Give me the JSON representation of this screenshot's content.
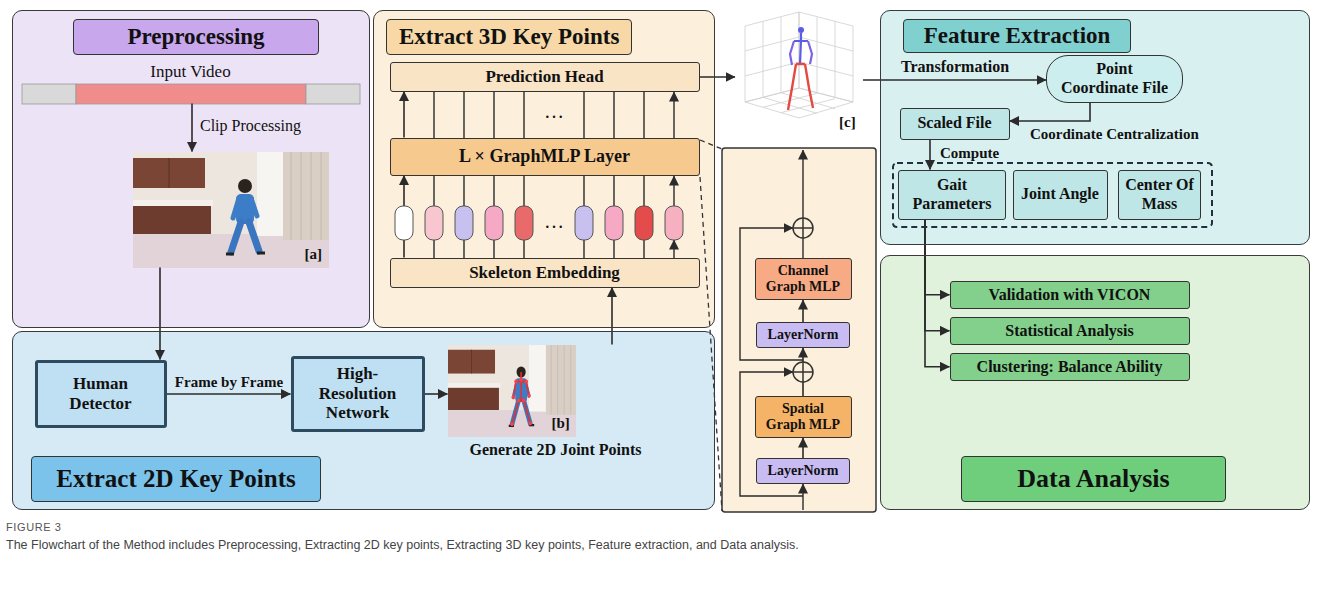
{
  "diagram": {
    "caption": "The Flowchart of the Method includes Preprocessing, Extracting 2D key points, Extracting 3D key points, Feature extraction, and Data analysis.",
    "nodes": [
      {
        "text": [
          "Preprocessing"
        ]
      },
      {
        "text": [
          "Input Video"
        ],
        "in": 0
      },
      {
        "text": [
          "[a]"
        ],
        "in": 0
      },
      {
        "text": [
          "Extract 3D Key Points"
        ]
      },
      {
        "text": [
          "Prediction Head"
        ],
        "in": 3
      },
      {
        "text": [
          "L × GraphMLP Layer"
        ],
        "in": 3
      },
      {
        "text": [
          "Skeleton Embedding"
        ],
        "in": 3
      },
      {
        "text": [
          "[c]"
        ]
      },
      {
        "text": [
          "Feature Extraction"
        ]
      },
      {
        "text": [
          "Point Coordinate File"
        ],
        "in": 8
      },
      {
        "text": [
          "Scaled File"
        ],
        "in": 8
      },
      {
        "text": [
          "Gait Parameters"
        ],
        "in": 8
      },
      {
        "text": [
          "Joint Angle"
        ],
        "in": 8
      },
      {
        "text": [
          "Center Of Mass"
        ],
        "in": 8
      },
      {
        "text": [
          "Channel Graph MLP"
        ]
      },
      {
        "text": [
          "LayerNorm"
        ]
      },
      {
        "text": [
          "Spatial Graph MLP"
        ]
      },
      {
        "text": [
          "LayerNorm"
        ]
      },
      {
        "text": [
          "Data Analysis"
        ]
      },
      {
        "text": [
          "Validation with VICON"
        ],
        "in": 18
      },
      {
        "text": [
          "Statistical Analysis"
        ],
        "in": 18
      },
      {
        "text": [
          "Clustering: Balance Ability"
        ],
        "in": 18
      },
      {
        "text": [
          "Extract 2D Key Points"
        ]
      },
      {
        "text": [
          "Human Detector"
        ],
        "in": 22
      },
      {
        "text": [
          "High-Resolution Network"
        ],
        "in": 22
      },
      {
        "text": [
          "[b]",
          "Generate 2D Joint Points"
        ],
        "in": 22
      }
    ],
    "edges": [
      {
        "from": 1,
        "to": 2,
        "label": "Clip Processing",
        "arrow": "to"
      },
      {
        "from": 2,
        "to": 23,
        "arrow": "to"
      },
      {
        "from": 23,
        "to": 24,
        "label": "Frame by Frame",
        "arrow": "to"
      },
      {
        "from": 24,
        "to": 25,
        "arrow": "to"
      },
      {
        "from": 25,
        "to": 6,
        "arrow": "to"
      },
      {
        "from": 6,
        "to": 5,
        "arrow": "to"
      },
      {
        "from": 5,
        "to": 4,
        "arrow": "to"
      },
      {
        "from": 4,
        "to": 7,
        "arrow": "to"
      },
      {
        "from": 7,
        "to": 9,
        "label": "Transformation",
        "arrow": "to"
      },
      {
        "from": 9,
        "to": 10,
        "label": "Coordinate Centralization",
        "arrow": "to"
      },
      {
        "from": 10,
        "to": 11,
        "label": "Compute",
        "arrow": "to"
      },
      {
        "from": 11,
        "to": 19,
        "arrow": "to"
      },
      {
        "from": 11,
        "to": 20,
        "arrow": "to"
      },
      {
        "from": 11,
        "to": 21,
        "arrow": "to"
      },
      {
        "from": 17,
        "to": 16,
        "arrow": "to"
      },
      {
        "from": 16,
        "to": 15,
        "arrow": "to"
      },
      {
        "from": 15,
        "to": 14,
        "arrow": "to"
      }
    ],
    "labels": [
      "…",
      "…",
      "FIGURE 3"
    ]
  }
}
